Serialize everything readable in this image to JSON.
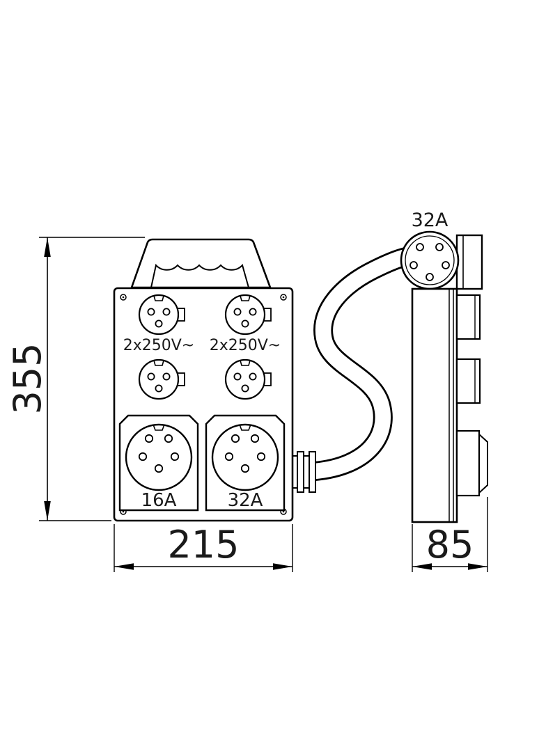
{
  "drawing": {
    "front": {
      "socket_labels": [
        "2x250V~",
        "2x250V~"
      ],
      "large_labels": [
        "16A",
        "32A"
      ]
    },
    "side": {
      "plug_label": "32A"
    },
    "dims": {
      "height": "355",
      "width": "215",
      "depth": "85"
    }
  }
}
